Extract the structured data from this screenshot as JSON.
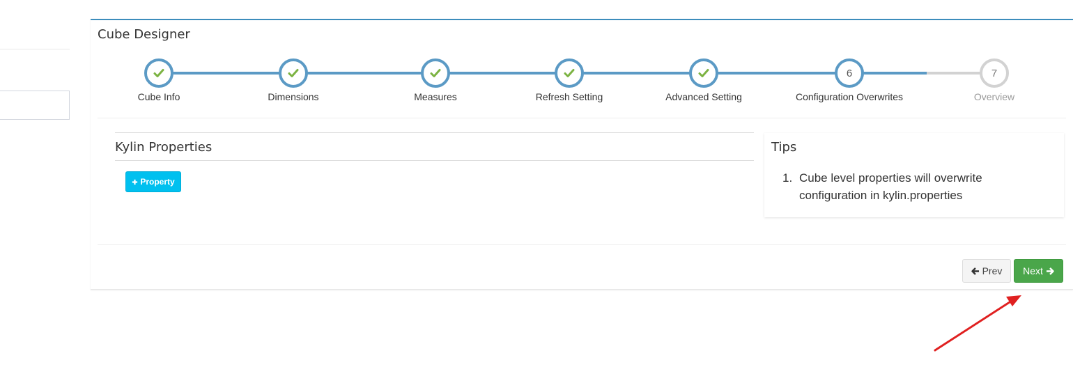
{
  "designer": {
    "title": "Cube Designer",
    "steps": [
      {
        "label": "Cube Info",
        "state": "done",
        "marker": ""
      },
      {
        "label": "Dimensions",
        "state": "done",
        "marker": ""
      },
      {
        "label": "Measures",
        "state": "done",
        "marker": ""
      },
      {
        "label": "Refresh Setting",
        "state": "done",
        "marker": ""
      },
      {
        "label": "Advanced Setting",
        "state": "done",
        "marker": ""
      },
      {
        "label": "Configuration Overwrites",
        "state": "current",
        "marker": "6"
      },
      {
        "label": "Overview",
        "state": "pending",
        "marker": "7"
      }
    ]
  },
  "kylin_properties": {
    "title": "Kylin Properties",
    "add_button": "Property"
  },
  "tips": {
    "title": "Tips",
    "items": [
      {
        "number": "1.",
        "text": "Cube level properties will overwrite configuration in kylin.properties"
      }
    ]
  },
  "footer": {
    "prev_label": "Prev",
    "next_label": "Next"
  },
  "colors": {
    "step_active": "#5b9ac5",
    "step_pending": "#d2d2d2",
    "check": "#7cb342",
    "info_button": "#00c0ef",
    "next_button": "#4aa64a",
    "annotation_arrow": "#e02020"
  },
  "icons": {
    "step_done": "check-icon",
    "add": "plus-icon",
    "prev": "arrow-left-icon",
    "next": "arrow-right-icon",
    "annotation": "red-arrow-annotation"
  }
}
